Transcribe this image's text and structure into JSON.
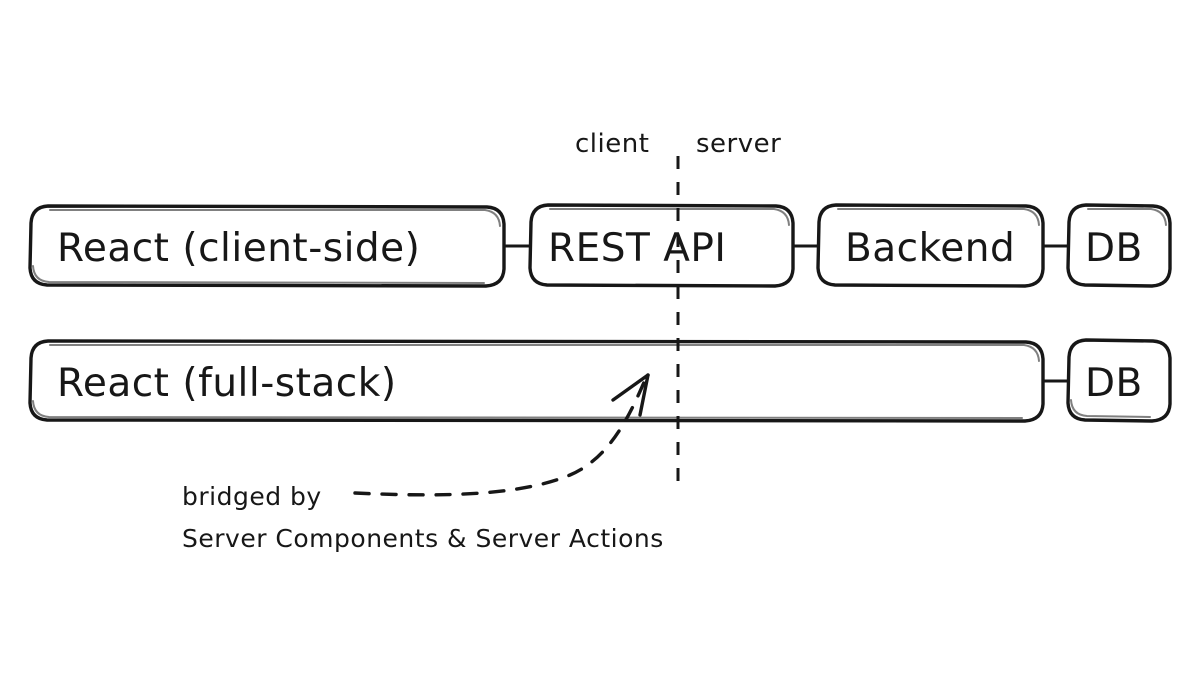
{
  "diagram": {
    "title": "React client-side vs full-stack architecture",
    "background_color": "#ffffff",
    "ink_color": "#171717",
    "divider": {
      "client_label": "client",
      "server_label": "server",
      "style": "dashed-vertical"
    },
    "rows": [
      {
        "id": "client-side-row",
        "nodes": [
          {
            "id": "react-client-side",
            "label": "React (client-side)"
          },
          {
            "id": "rest-api",
            "label": "REST API"
          },
          {
            "id": "backend",
            "label": "Backend"
          },
          {
            "id": "db-top",
            "label": "DB"
          }
        ]
      },
      {
        "id": "full-stack-row",
        "nodes": [
          {
            "id": "react-full-stack",
            "label": "React (full-stack)"
          },
          {
            "id": "db-bottom",
            "label": "DB"
          }
        ]
      }
    ],
    "annotation": {
      "line1": "bridged by",
      "line2": "Server Components & Server Actions",
      "connector_style": "dashed-curve-with-arrow",
      "points_to": "react-full-stack"
    }
  }
}
